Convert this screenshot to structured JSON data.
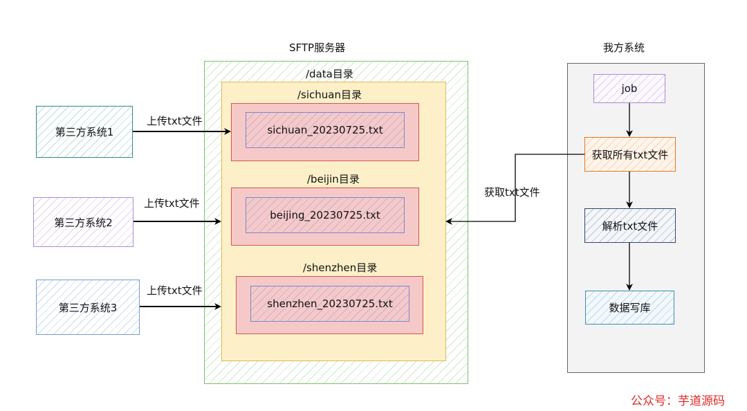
{
  "sftp": {
    "title": "SFTP服务器",
    "data_dir": "/data目录",
    "dirs": [
      {
        "title": "/sichuan目录",
        "file": "sichuan_20230725.txt"
      },
      {
        "title": "/beijin目录",
        "file": "beijing_20230725.txt"
      },
      {
        "title": "/shenzhen目录",
        "file": "shenzhen_20230725.txt"
      }
    ]
  },
  "third_party": {
    "systems": [
      "第三方系统1",
      "第三方系统2",
      "第三方系统3"
    ],
    "upload_label": "上传txt文件"
  },
  "our_system": {
    "title": "我方系统",
    "steps": [
      "job",
      "获取所有txt文件",
      "解析txt文件",
      "数据写库"
    ],
    "fetch_label": "获取txt文件"
  },
  "watermark": "公众号：芋道源码",
  "colors": {
    "watermark": "#e02a2a",
    "arrow": "#000000"
  }
}
